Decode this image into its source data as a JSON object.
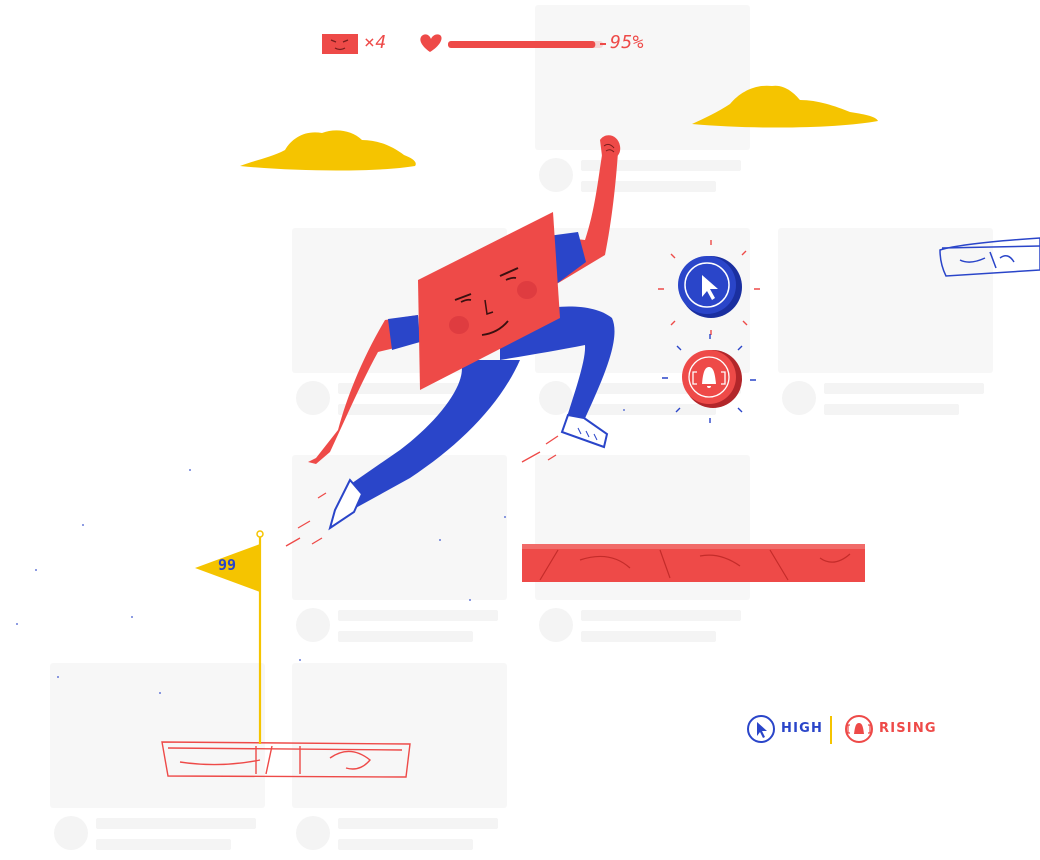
{
  "hud": {
    "lives_icon": "face-block-icon",
    "lives_count": "×4",
    "health_icon": "heart-icon",
    "health_percent": 95,
    "health_label": "95%"
  },
  "flag": {
    "number": "99"
  },
  "powerups": [
    {
      "name": "cursor-coin",
      "icon": "cursor-icon",
      "color": "#2a45c9"
    },
    {
      "name": "bell-coin",
      "icon": "bell-icon",
      "color": "#ee4a48"
    }
  ],
  "legend": {
    "high_icon": "cursor-icon",
    "high_label": "HIGH",
    "rising_icon": "bell-icon",
    "rising_label": "RISING"
  },
  "colors": {
    "red": "#ee4a48",
    "blue": "#2a45c9",
    "yellow": "#f5c400",
    "skin": "#f05a50"
  }
}
